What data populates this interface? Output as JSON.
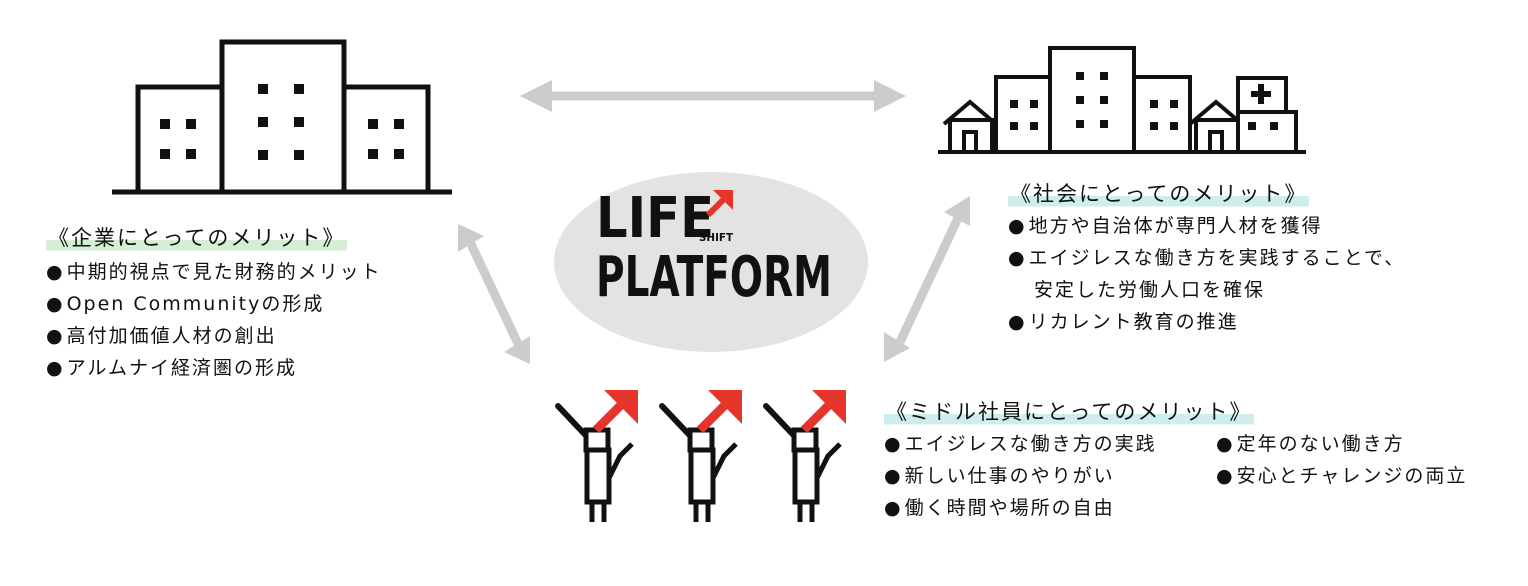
{
  "logo": {
    "line1": "LIFE",
    "badge": "SHIFT",
    "line2": "PLATFORM",
    "accent": "#e5352b"
  },
  "colors": {
    "arrows": "#cccccc",
    "ellipse": "#e3e3e3",
    "ink": "#111111",
    "highlight_green": "#d4efd4",
    "highlight_mint": "#cdeeea"
  },
  "icons": {
    "company": "office-buildings-icon",
    "society": "town-icon",
    "employees": "people-pointing-up-icon"
  },
  "company": {
    "heading": "《企業にとってのメリット》",
    "items": [
      "中期的視点で見た財務的メリット",
      "Open Communityの形成",
      "高付加価値人材の創出",
      "アルムナイ経済圏の形成"
    ]
  },
  "society": {
    "heading": "《社会にとってのメリット》",
    "items": [
      "地方や自治体が専門人材を獲得",
      "エイジレスな働き方を実践することで、",
      "安定した労働人口を確保",
      "リカレント教育の推進"
    ]
  },
  "employees": {
    "heading": "《ミドル社員にとってのメリット》",
    "col1": [
      "エイジレスな働き方の実践",
      "新しい仕事のやりがい",
      "働く時間や場所の自由"
    ],
    "col2": [
      "定年のない働き方",
      "安心とチャレンジの両立"
    ]
  },
  "bullet": "●"
}
